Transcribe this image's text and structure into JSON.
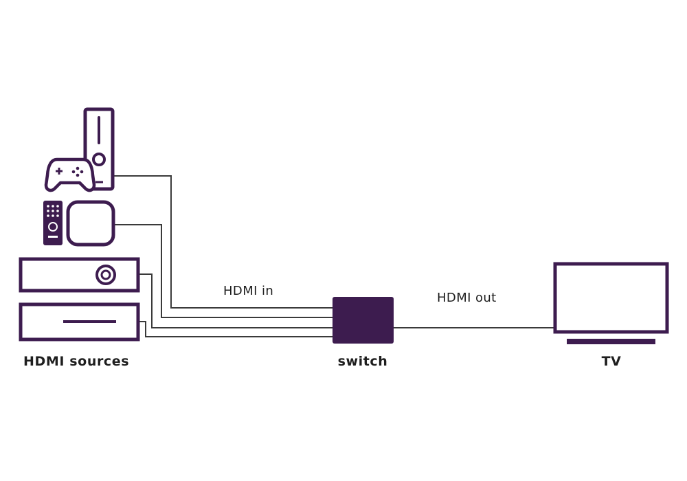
{
  "colors": {
    "device": "#3d1c4f",
    "wire": "#3a3a3a",
    "background": "#ffffff",
    "text": "#1e1e1e"
  },
  "labels": {
    "hdmi_in": "HDMI in",
    "hdmi_out": "HDMI out",
    "sources": "HDMI sources",
    "switch": "switch",
    "tv": "TV"
  },
  "icons": {
    "console": "game-console-icon",
    "controller": "gamepad-icon",
    "remote": "remote-control-icon",
    "streaming_box": "streaming-box-icon",
    "bluray_player": "disc-player-icon",
    "receiver": "set-top-box-icon",
    "switch": "hdmi-switch-icon",
    "tv": "tv-icon"
  }
}
